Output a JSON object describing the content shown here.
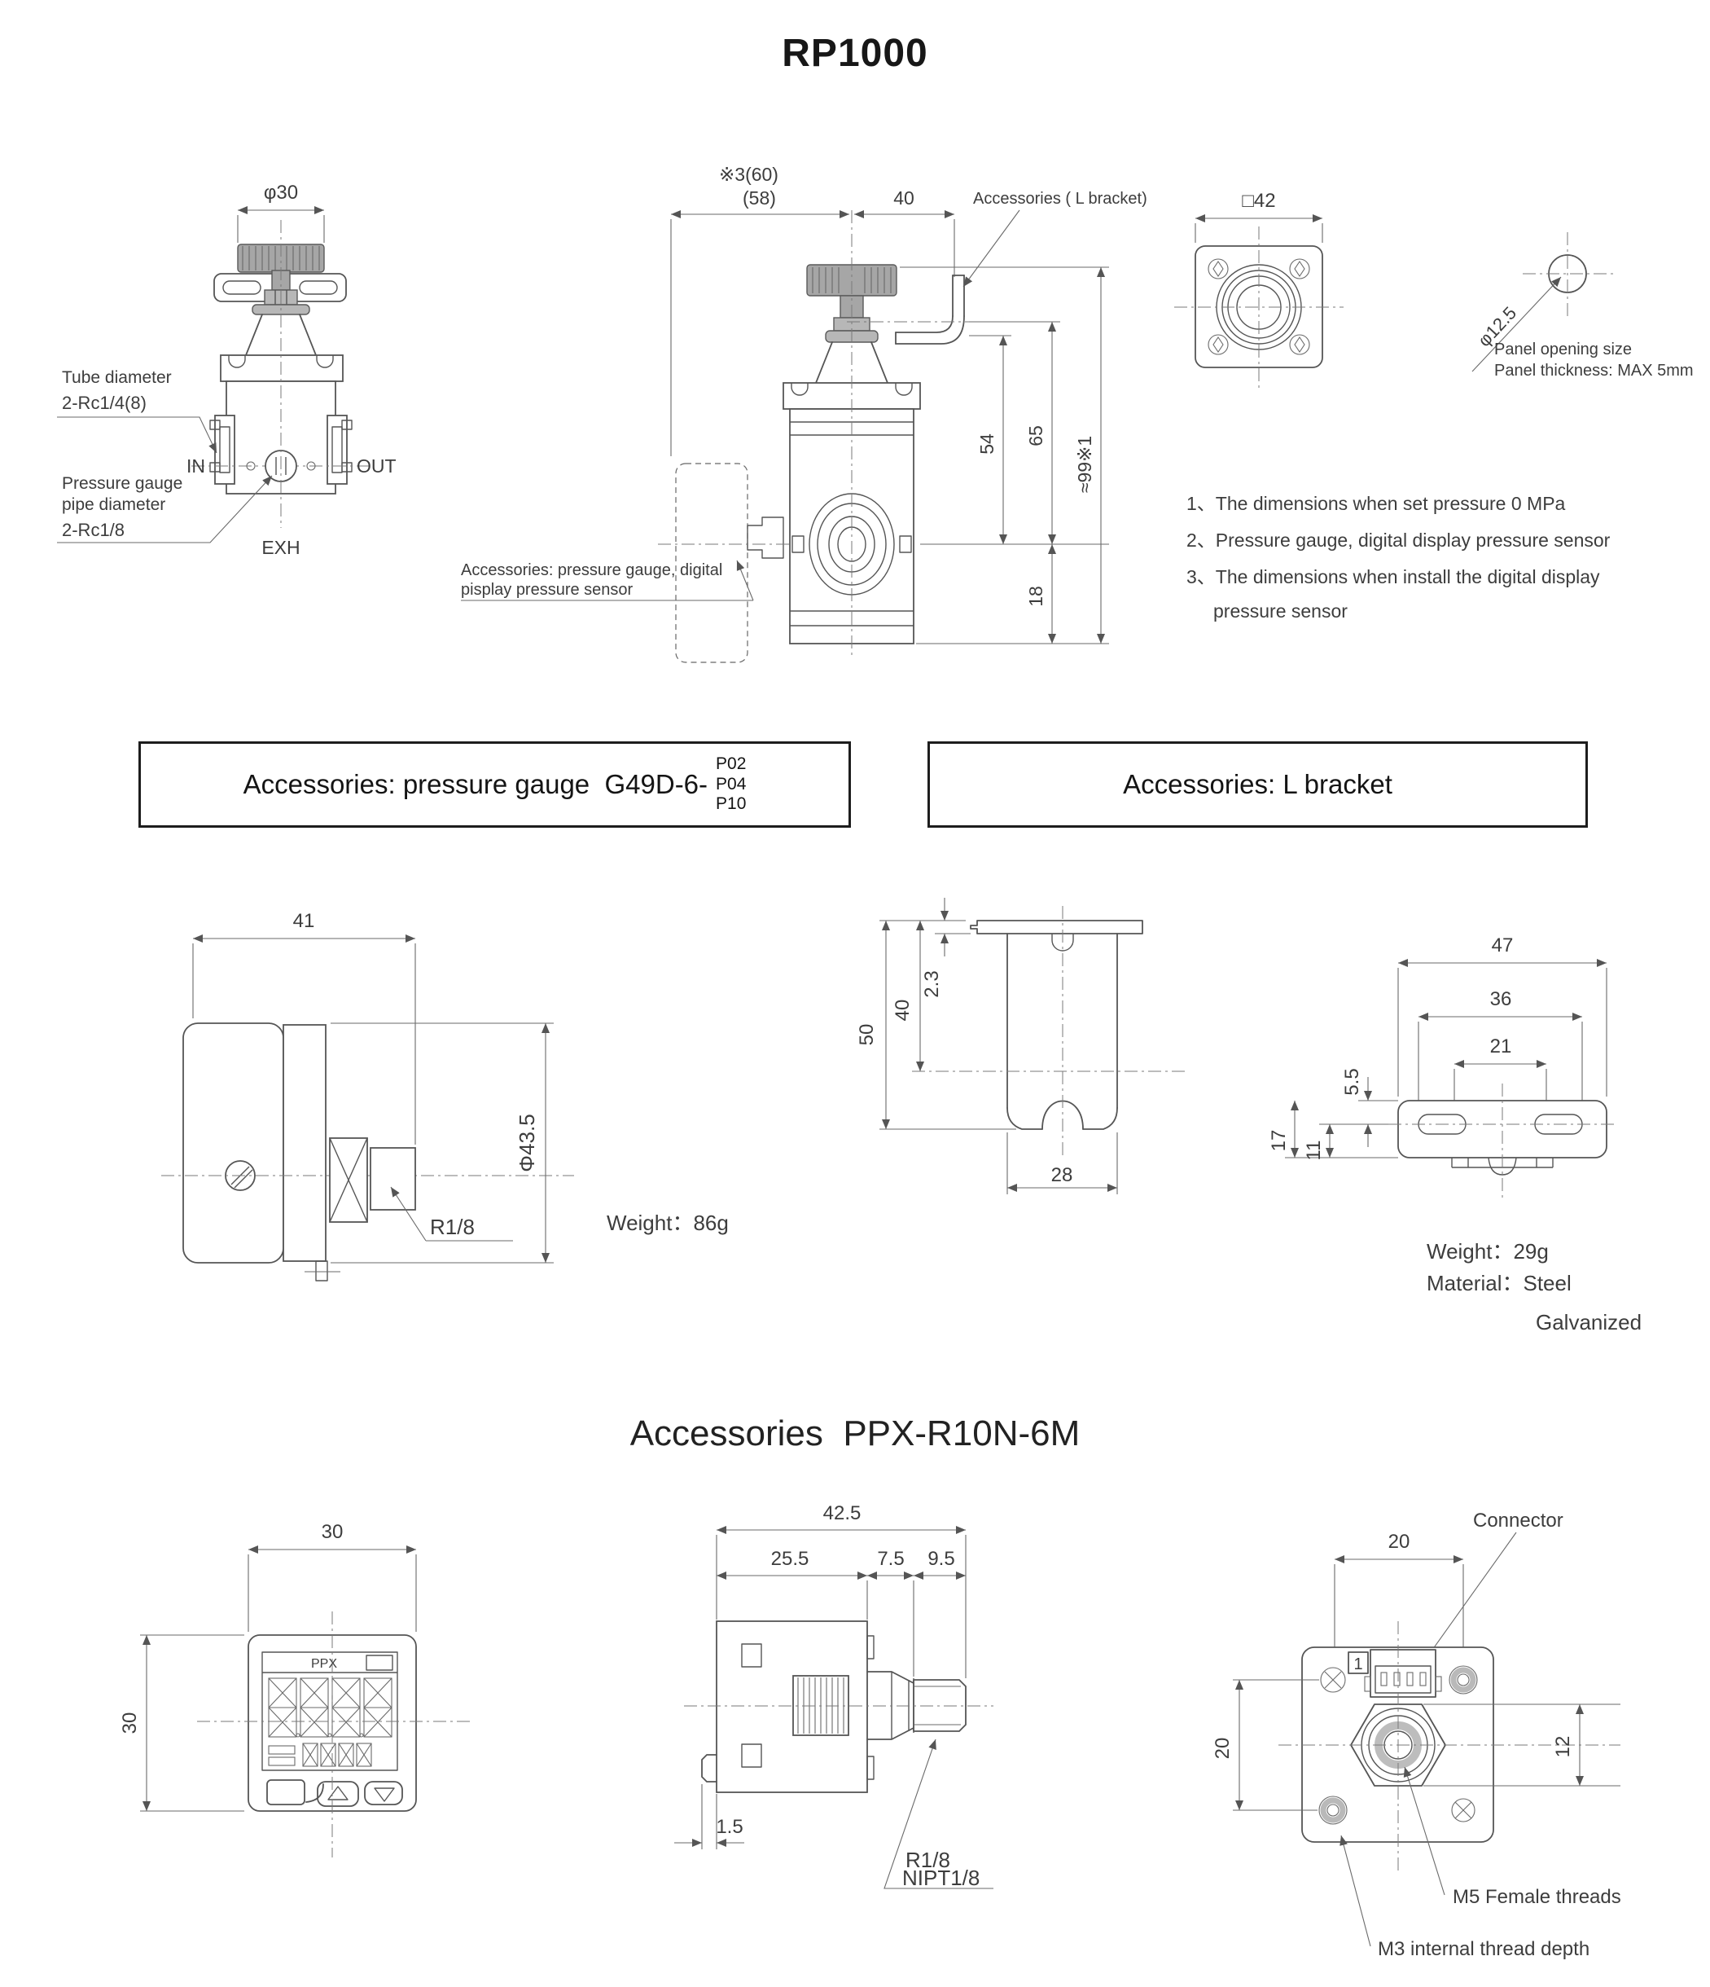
{
  "page": {
    "title": "RP1000"
  },
  "front_view": {
    "dim_phi30": "φ30",
    "tube_label_1": "Tube diameter",
    "tube_label_2": "2-Rc1/4(8)",
    "gauge_label_1": "Pressure gauge",
    "gauge_label_2": "pipe diameter",
    "gauge_label_3": "2-Rc1/8",
    "in": "IN",
    "out": "OUT",
    "exh": "EXH"
  },
  "side_view": {
    "dim_top_a": "※3(60)",
    "dim_top_b": "(58)",
    "dim_40": "40",
    "bracket_label": "Accessories ( L bracket)",
    "dim_54": "54",
    "dim_65": "65",
    "dim_99": "≈99※1",
    "dim_18": "18",
    "acc_label_1": "Accessories: pressure gauge, digital",
    "acc_label_2": "pisplay pressure sensor"
  },
  "panel_view": {
    "dim_square": "□42",
    "dim_phi125": "φ12.5",
    "note_1": "Panel opening size",
    "note_2": "Panel thickness: MAX 5mm"
  },
  "notes": {
    "n1": "1、The dimensions when set pressure 0 MPa",
    "n2": "2、Pressure gauge, digital display pressure sensor",
    "n3a": "3、The dimensions when install the digital display",
    "n3b": "pressure sensor"
  },
  "gauge_box": {
    "title": "Accessories: pressure gauge  G49D-6-",
    "p02": "P02",
    "p04": "P04",
    "p10": "P10"
  },
  "bracket_box": {
    "title": "Accessories: L bracket"
  },
  "gauge_view": {
    "dim_41": "41",
    "dim_phi435": "Φ43.5",
    "r18": "R1/8",
    "weight": "Weight：86g"
  },
  "bracket_front": {
    "dim_50": "50",
    "dim_40": "40",
    "dim_23": "2.3",
    "dim_28": "28"
  },
  "bracket_side": {
    "dim_47": "47",
    "dim_36": "36",
    "dim_21": "21",
    "dim_55": "5.5",
    "dim_17": "17",
    "dim_11": "11",
    "weight": "Weight：29g",
    "material": "Material：Steel",
    "material_2": "Galvanized"
  },
  "ppx": {
    "title": "Accessories  PPX-R10N-6M",
    "front": {
      "dim_w": "30",
      "dim_h": "30",
      "brand": "PPX"
    },
    "side": {
      "dim_total": "42.5",
      "dim_a": "25.5",
      "dim_b": "7.5",
      "dim_c": "9.5",
      "dim_d": "1.5",
      "r18": "R1/8",
      "npt": "NIPT1/8"
    },
    "back": {
      "connector": "Connector",
      "dim_top": "20",
      "dim_left": "20",
      "dim_right": "12",
      "badge": "1",
      "m5": "M5 Female threads",
      "m3": "M3 internal thread depth"
    }
  }
}
